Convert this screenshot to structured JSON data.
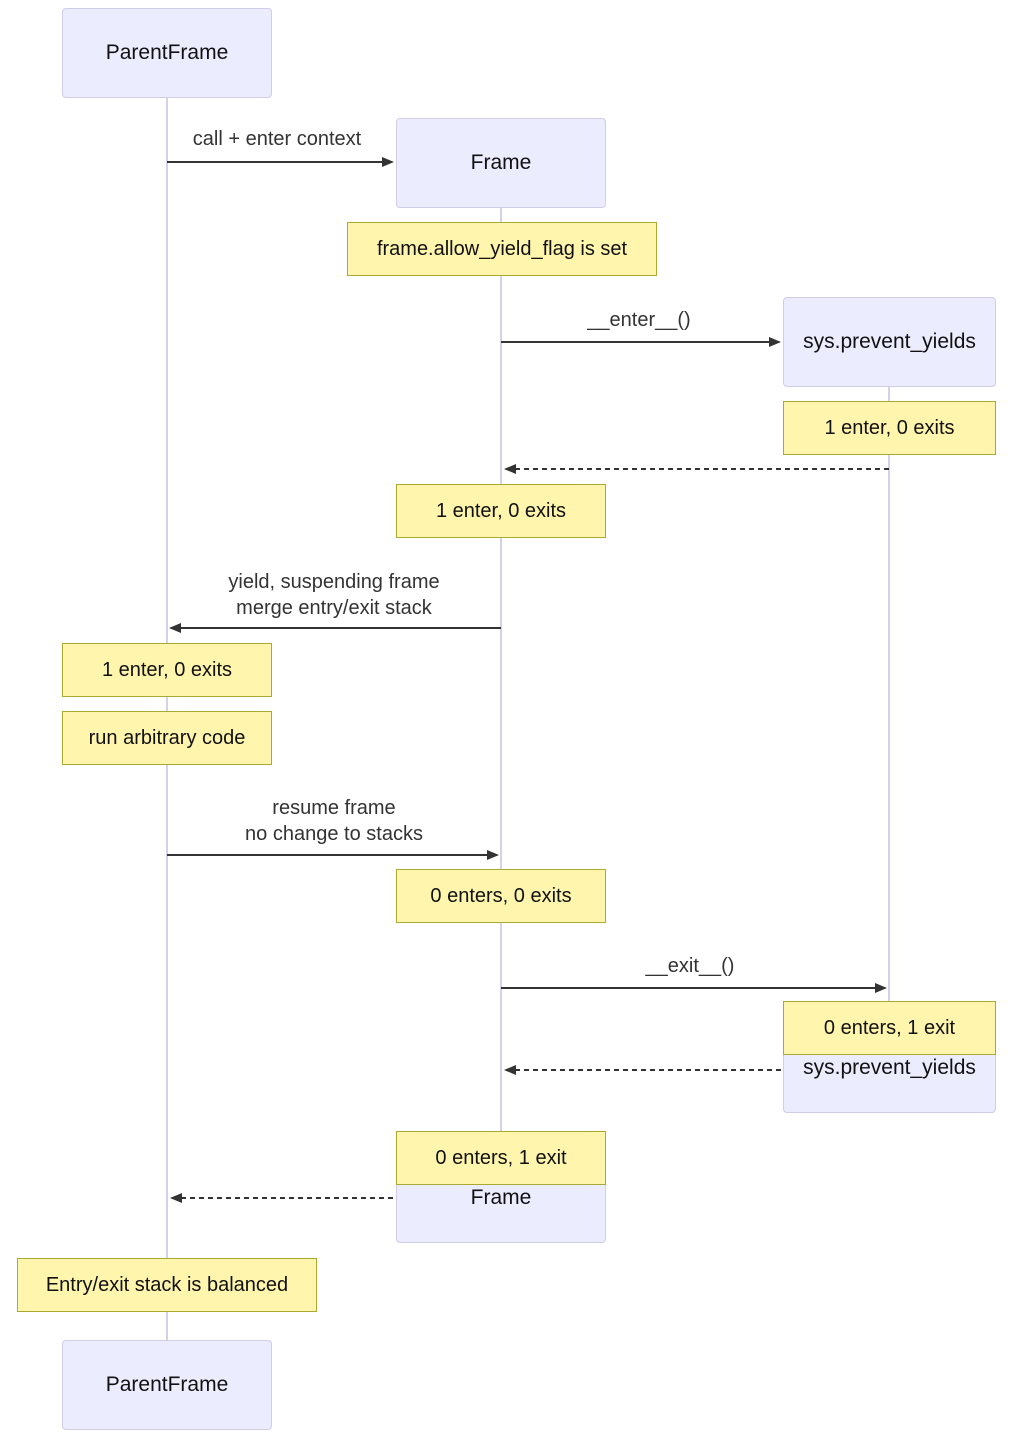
{
  "diagram_type": "sequence-diagram",
  "participants": [
    {
      "id": "parentframe",
      "label": "ParentFrame"
    },
    {
      "id": "frame",
      "label": "Frame"
    },
    {
      "id": "sys_prevent_yields",
      "label": "sys.prevent_yields"
    }
  ],
  "messages": [
    {
      "label": "call + enter context",
      "from": "ParentFrame",
      "to": "Frame",
      "style": "solid"
    },
    {
      "label": "__enter__()",
      "from": "Frame",
      "to": "sys.prevent_yields",
      "style": "solid"
    },
    {
      "label": "",
      "from": "sys.prevent_yields",
      "to": "Frame",
      "style": "dashed"
    },
    {
      "lines": [
        "yield, suspending frame",
        "merge entry/exit stack"
      ],
      "from": "Frame",
      "to": "ParentFrame",
      "style": "solid"
    },
    {
      "lines": [
        "resume frame",
        "no change to stacks"
      ],
      "from": "ParentFrame",
      "to": "Frame",
      "style": "solid"
    },
    {
      "label": "__exit__()",
      "from": "Frame",
      "to": "sys.prevent_yields",
      "style": "solid"
    },
    {
      "label": "",
      "from": "sys.prevent_yields",
      "to": "Frame",
      "style": "dashed"
    },
    {
      "label": "",
      "from": "Frame",
      "to": "ParentFrame",
      "style": "dashed"
    }
  ],
  "notes": [
    {
      "label": "frame.allow_yield_flag is set",
      "over": "Frame"
    },
    {
      "label": "1 enter, 0 exits",
      "over": "sys.prevent_yields"
    },
    {
      "label": "1 enter, 0 exits",
      "over": "Frame"
    },
    {
      "label": "1 enter, 0 exits",
      "over": "ParentFrame"
    },
    {
      "label": "run arbitrary code",
      "over": "ParentFrame"
    },
    {
      "label": "0 enters, 0 exits",
      "over": "Frame"
    },
    {
      "label": "0 enters, 1 exit",
      "over": "sys.prevent_yields"
    },
    {
      "label": "0 enters, 1 exit",
      "over": "Frame"
    },
    {
      "label": "Entry/exit stack is balanced",
      "over": "ParentFrame"
    }
  ],
  "colors": {
    "actor_fill": "#ececff",
    "actor_border": "#d0cce9",
    "note_fill": "#fff5ad",
    "note_border": "#aaaa33",
    "lifeline": "#d6d0ea",
    "arrow": "#333333",
    "message_text": "#333333",
    "background": "#ffffff"
  }
}
